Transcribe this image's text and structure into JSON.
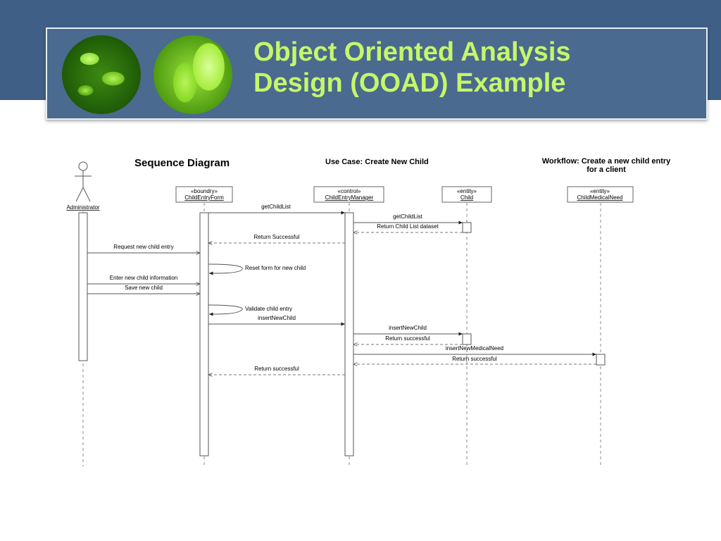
{
  "slide": {
    "title_line1": "Object Oriented Analysis",
    "title_line2": "Design (OOAD) Example"
  },
  "diagram": {
    "heading": "Sequence Diagram",
    "use_case": "Use Case: Create New Child",
    "workflow_line1": "Workflow: Create a new child entry",
    "workflow_line2": "for a client",
    "actor": {
      "name": "Administrator"
    },
    "objects": [
      {
        "stereotype": "«boundry»",
        "name": "ChildEntryForm"
      },
      {
        "stereotype": "«control»",
        "name": "ChildEntryManager"
      },
      {
        "stereotype": "«entity»",
        "name": "Child"
      },
      {
        "stereotype": "«entity»",
        "name": "ChildMedicalNeed"
      }
    ],
    "messages": [
      {
        "label": "getChildList"
      },
      {
        "label": "getChildList"
      },
      {
        "label": "Return Child List dataset"
      },
      {
        "label": "Return Successful"
      },
      {
        "label": "Request new child entry"
      },
      {
        "label": "Reset form for new child"
      },
      {
        "label": "Enter new child information"
      },
      {
        "label": "Save new child"
      },
      {
        "label": "Validate child entry"
      },
      {
        "label": "insertNewChild"
      },
      {
        "label": "insertNewChild"
      },
      {
        "label": "Return successful"
      },
      {
        "label": "insertNewMedicalNeed"
      },
      {
        "label": "Return successful"
      },
      {
        "label": "Return successful"
      }
    ]
  },
  "colors": {
    "band": "#3f5f86",
    "banner": "#4a6a8f",
    "title": "#c5f76a"
  }
}
